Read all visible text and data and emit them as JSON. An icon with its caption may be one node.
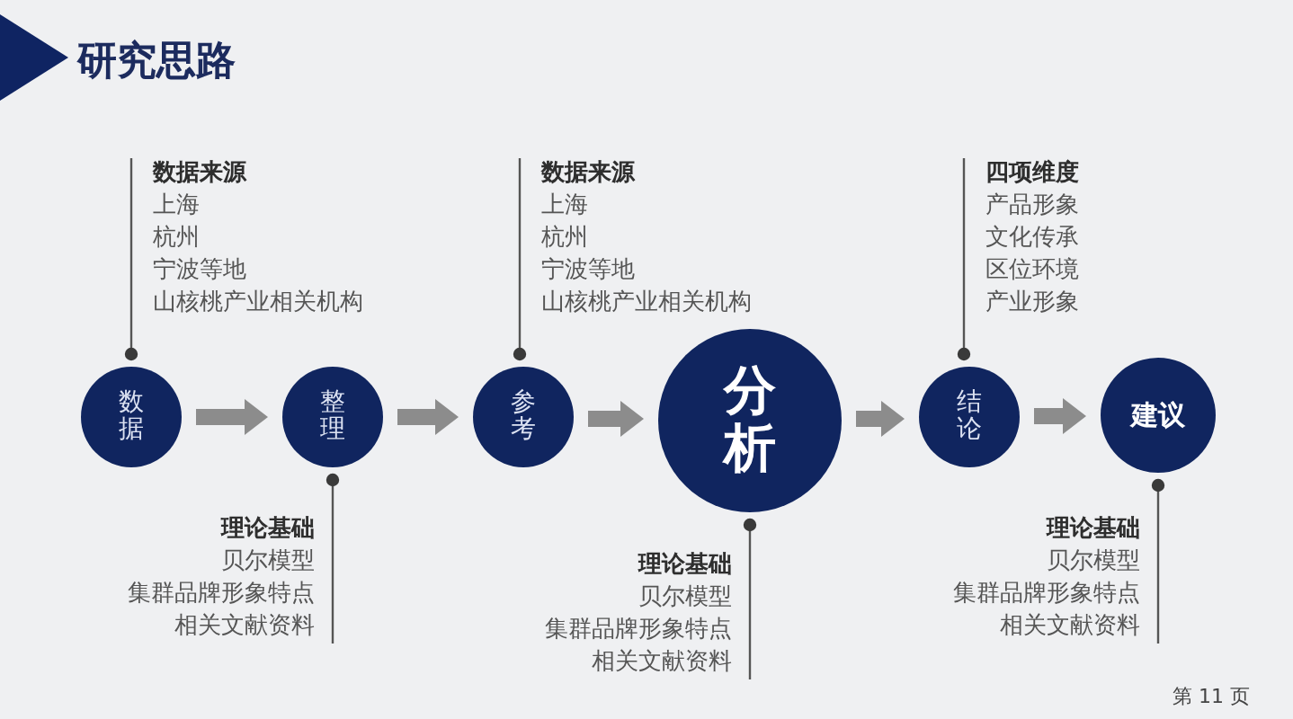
{
  "diagram": {
    "title": "研究思路",
    "nodes": [
      {
        "text": [
          "数据来源",
          "上海",
          "杭州",
          "宁波等地",
          "山核桃产业相关机构"
        ]
      },
      {
        "text": [
          "数据来源",
          "上海",
          "杭州",
          "宁波等地",
          "山核桃产业相关机构"
        ]
      },
      {
        "text": [
          "四项维度",
          "产品形象",
          "文化传承",
          "区位环境",
          "产业形象"
        ]
      },
      {
        "text": [
          "数据"
        ]
      },
      {
        "text": [
          "整理"
        ]
      },
      {
        "text": [
          "参考"
        ]
      },
      {
        "text": [
          "分析"
        ]
      },
      {
        "text": [
          "结论"
        ]
      },
      {
        "text": [
          "建议"
        ]
      },
      {
        "text": [
          "理论基础",
          "贝尔模型",
          "集群品牌形象特点",
          "相关文献资料"
        ]
      },
      {
        "text": [
          "理论基础",
          "贝尔模型",
          "集群品牌形象特点",
          "相关文献资料"
        ]
      },
      {
        "text": [
          "理论基础",
          "贝尔模型",
          "集群品牌形象特点",
          "相关文献资料"
        ]
      }
    ],
    "edges": [
      {
        "from": 3,
        "to": 4,
        "arrow": "to",
        "style": "thick",
        "color": "#8c8c8c"
      },
      {
        "from": 4,
        "to": 5,
        "arrow": "to",
        "style": "thick",
        "color": "#8c8c8c"
      },
      {
        "from": 5,
        "to": 6,
        "arrow": "to",
        "style": "thick",
        "color": "#8c8c8c"
      },
      {
        "from": 6,
        "to": 7,
        "arrow": "to",
        "style": "thick",
        "color": "#8c8c8c"
      },
      {
        "from": 7,
        "to": 8,
        "arrow": "to",
        "style": "thick",
        "color": "#8c8c8c"
      },
      {
        "from": 0,
        "to": 3,
        "arrow": "other"
      },
      {
        "from": 1,
        "to": 5,
        "arrow": "other"
      },
      {
        "from": 2,
        "to": 7,
        "arrow": "other"
      },
      {
        "from": 9,
        "to": 4,
        "arrow": "other"
      },
      {
        "from": 10,
        "to": 6,
        "arrow": "other"
      },
      {
        "from": 11,
        "to": 8,
        "arrow": "other"
      }
    ],
    "labels": [
      "第 11 页"
    ]
  }
}
